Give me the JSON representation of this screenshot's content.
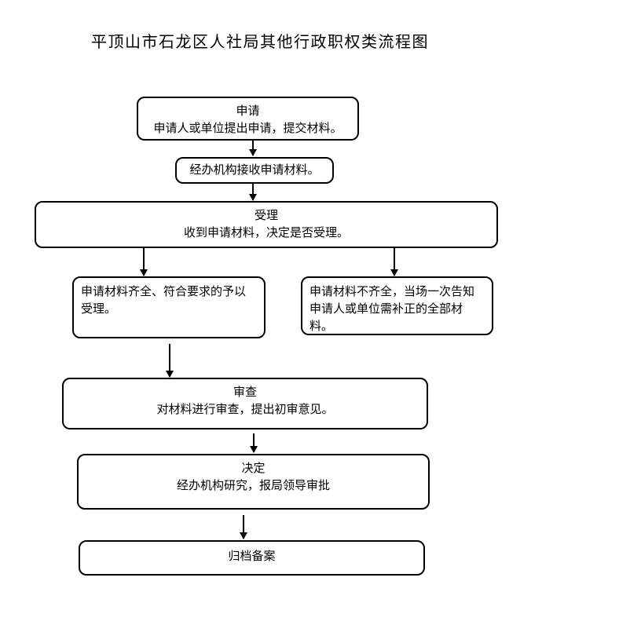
{
  "title": "平顶山市石龙区人社局其他行政职权类流程图",
  "nodes": {
    "apply": {
      "heading": "申请",
      "body": "申请人或单位提出申请，提交材料。"
    },
    "receive": {
      "body": "经办机构接收申请材料。"
    },
    "accept": {
      "heading": "受理",
      "body": "收到申请材料，决定是否受理。"
    },
    "accepted": {
      "body": "申请材料齐全、符合要求的予以受理。"
    },
    "rejected": {
      "body": "申请材料不齐全，当场一次告知申请人或单位需补正的全部材料。"
    },
    "review": {
      "heading": "审查",
      "body": "对材料进行审查，提出初审意见。"
    },
    "decide": {
      "heading": "决定",
      "body": "经办机构研究，报局领导审批"
    },
    "archive": {
      "body": "归档备案"
    }
  },
  "colors": {
    "line": "#000000",
    "text": "#000000",
    "background": "#ffffff"
  }
}
